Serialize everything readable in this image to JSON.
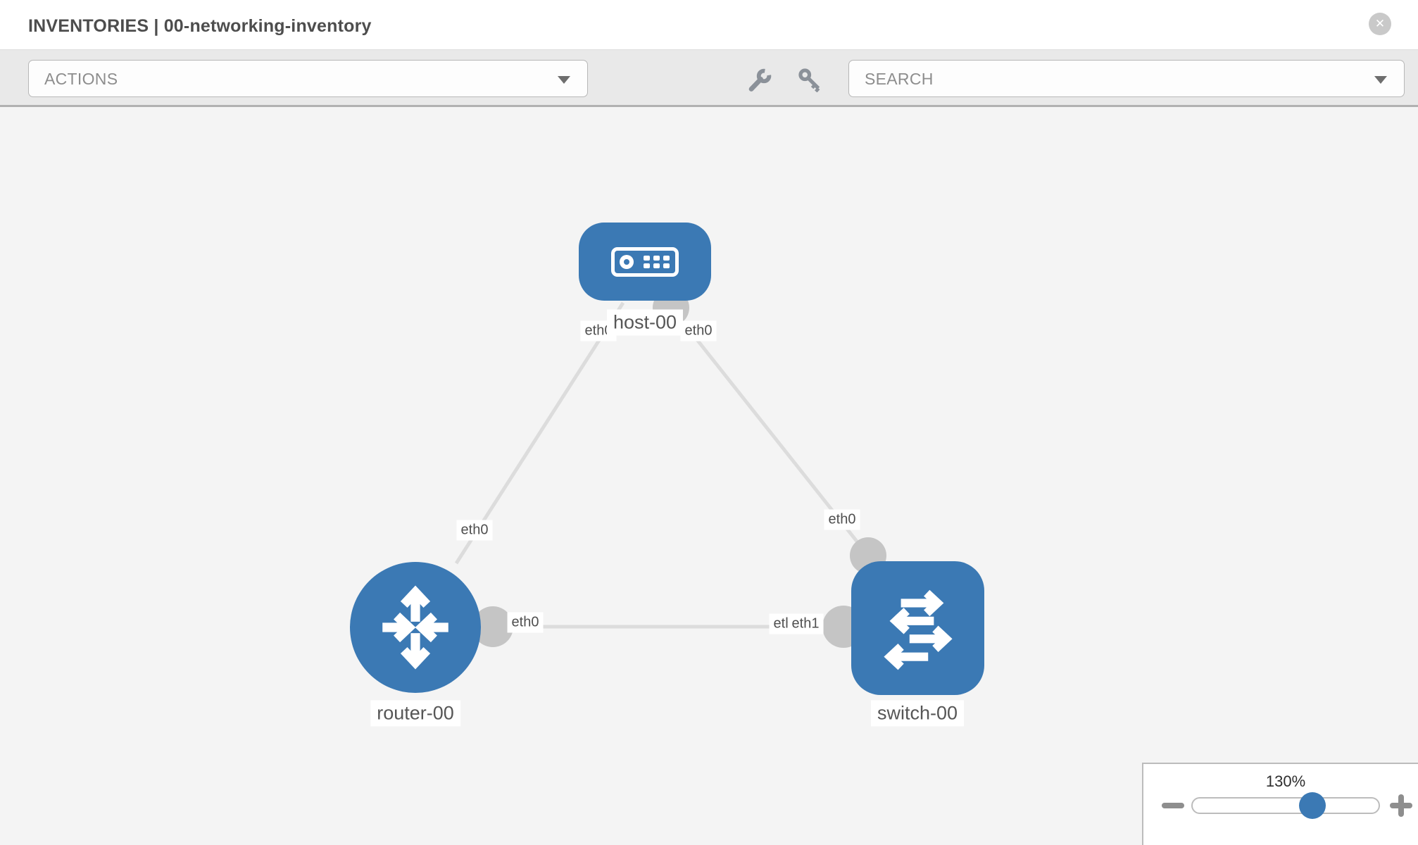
{
  "header": {
    "title": "INVENTORIES | 00-networking-inventory",
    "close_glyph": "✕"
  },
  "toolbar": {
    "actions_placeholder": "ACTIONS",
    "search_placeholder": "SEARCH",
    "icons": [
      "wrench-icon",
      "key-icon"
    ]
  },
  "topology": {
    "nodes": [
      {
        "id": "host-00",
        "type": "host",
        "label": "host-00"
      },
      {
        "id": "router-00",
        "type": "router",
        "label": "router-00"
      },
      {
        "id": "switch-00",
        "type": "switch",
        "label": "switch-00"
      }
    ],
    "links": [
      {
        "from": "host-00",
        "to": "router-00",
        "from_if": "eth0",
        "to_if": "eth0"
      },
      {
        "from": "host-00",
        "to": "switch-00",
        "from_if": "eth0",
        "to_if": "eth0"
      },
      {
        "from": "router-00",
        "to": "switch-00",
        "from_if": "eth0",
        "to_if": "eth1"
      }
    ],
    "switch_overlap_back_label": "eth0"
  },
  "zoom_control": {
    "value": "130%"
  },
  "colors": {
    "node_blue": "#3b79b4",
    "link_gray": "#dcdcdc",
    "endpoint_gray": "#c5c5c5",
    "canvas_bg": "#f4f4f4",
    "toolbar_bg": "#e9e9e9"
  }
}
